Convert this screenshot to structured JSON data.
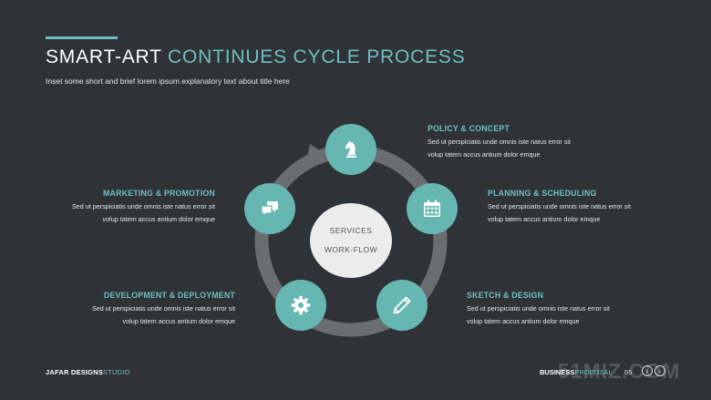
{
  "header": {
    "title_white": "SMART-ART",
    "title_accent": "CONTINUES CYCLE PROCESS",
    "subtitle": "Inset some short and brief lorem ipsum explanatory text about title here"
  },
  "center": {
    "line1": "SERVICES",
    "line2": "WORK-FLOW"
  },
  "steps": [
    {
      "title": "POLICY & CONCEPT",
      "line1": "Sed ut perspiciatis unde omnis iste natus error sit",
      "line2": "volup tatem accus antium dolor emque",
      "icon": "chess-knight-icon"
    },
    {
      "title": "PLANNING & SCHEDULING",
      "line1": "Sed ut perspiciatis unde omnis iste natus error sit",
      "line2": "volup tatem accus antium dolor emque",
      "icon": "calendar-icon"
    },
    {
      "title": "SKETCH & DESIGN",
      "line1": "Sed ut perspiciatis unde omnis iste natus error sit",
      "line2": "volup tatem accus antium dolor emque",
      "icon": "pencil-icon"
    },
    {
      "title": "DEVELOPMENT & DEPLOYMENT",
      "line1": "Sed ut perspiciatis unde omnis iste natus error sit",
      "line2": "volup tatem accus antium dolor emque",
      "icon": "gear-icon"
    },
    {
      "title": "MARKETING & PROMOTION",
      "line1": "Sed ut perspiciatis unde omnis iste natus error sit",
      "line2": "volup tatem accus antium dolor emque",
      "icon": "chat-bubbles-icon"
    }
  ],
  "footer": {
    "brand_bold": "JAFAR DESIGNS",
    "brand_accent": "STUDIO",
    "section_bold": "BUSINESS",
    "section_accent": "PROPOSAL",
    "page": "65",
    "prev": "‹",
    "next": "›",
    "watermark": "51MIZ.COM"
  },
  "colors": {
    "background": "#2f3337",
    "accent": "#6fbfbf",
    "node": "#66b6b1",
    "ring": "#6b6e71",
    "center": "#ececec"
  }
}
